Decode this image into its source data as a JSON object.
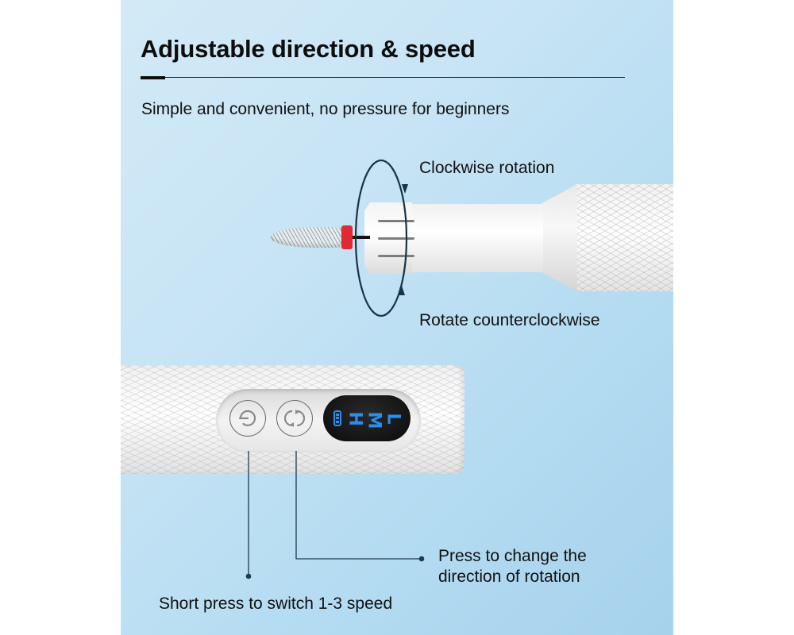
{
  "header": {
    "title": "Adjustable direction & speed",
    "subtitle": "Simple and convenient, no pressure for beginners"
  },
  "rotation": {
    "clockwise_label": "Clockwise rotation",
    "counterclockwise_label": "Rotate counterclockwise"
  },
  "controls": {
    "power_button_icon": "power-icon",
    "direction_button_icon": "reverse-rotation-icon",
    "display": {
      "battery_icon": "battery-icon",
      "battery_bars": 3,
      "speed_levels": [
        "H",
        "M",
        "L"
      ]
    }
  },
  "callouts": {
    "direction": "Press to change the\ndirection of rotation",
    "direction_line1": "Press to change the",
    "direction_line2": "direction of rotation",
    "speed": "Short press to switch 1-3 speed"
  },
  "colors": {
    "background": "#c7e4f5",
    "text": "#111111",
    "leader_line": "#1f3b4d",
    "display_accent": "#2a8df0",
    "bit_collar": "#e02a33"
  }
}
